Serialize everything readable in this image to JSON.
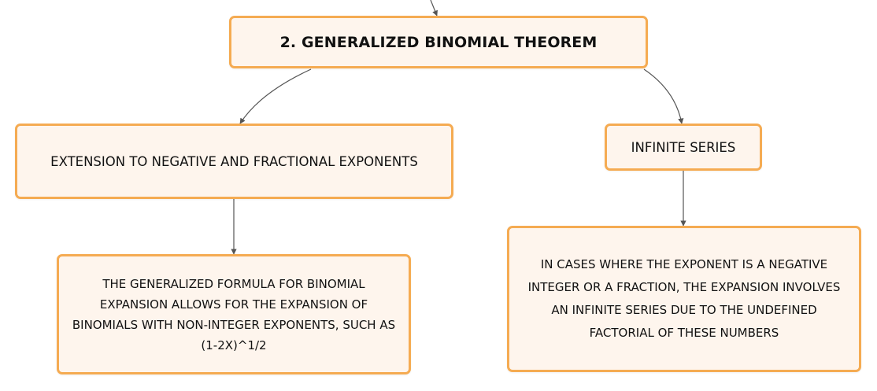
{
  "diagram": {
    "root": {
      "label": "2. GENERALIZED BINOMIAL THEOREM"
    },
    "nodes": {
      "extension": {
        "label": "EXTENSION TO NEGATIVE AND FRACTIONAL EXPONENTS"
      },
      "infinite_series": {
        "label": "INFINITE SERIES"
      },
      "generalized_formula": {
        "label": "THE GENERALIZED FORMULA FOR BINOMIAL EXPANSION ALLOWS FOR THE EXPANSION OF BINOMIALS WITH NON-INTEGER EXPONENTS, SUCH AS (1-2X)^1/2"
      },
      "infinite_cases": {
        "label": "IN CASES WHERE THE EXPONENT IS A NEGATIVE INTEGER OR A FRACTION, THE EXPANSION INVOLVES AN INFINITE SERIES DUE TO THE UNDEFINED FACTORIAL OF THESE NUMBERS"
      }
    },
    "colors": {
      "node_fill": "#fef5ed",
      "node_border": "#f5ab52",
      "edge": "#555555",
      "text": "#111111"
    }
  }
}
